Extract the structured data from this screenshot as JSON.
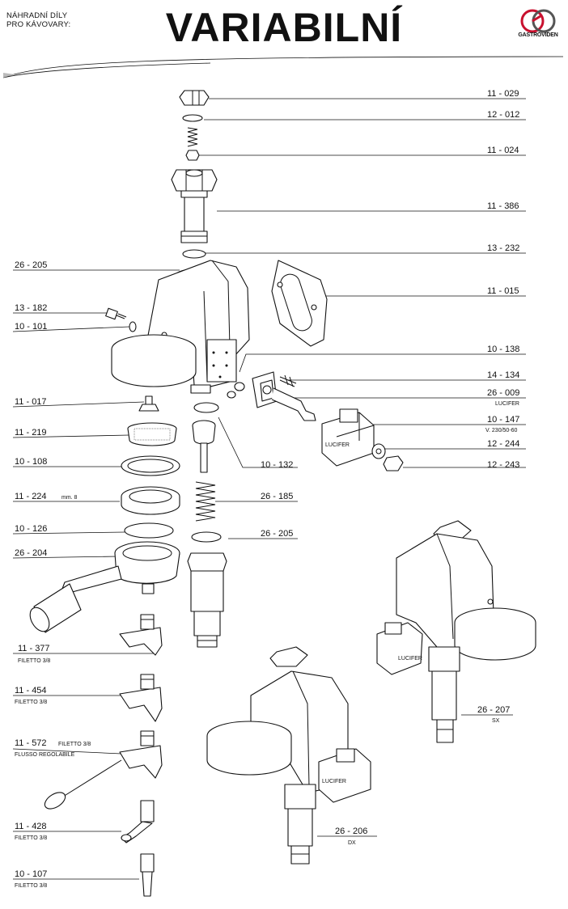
{
  "header": {
    "subtitle_line1": "NÁHRADNÍ DÍLY",
    "subtitle_line2": "PRO KÁVOVARY:",
    "title": "VARIABILNÍ",
    "logo_text": "GASTROVIDEN"
  },
  "parts": [
    {
      "id": "p-11-029",
      "code": "11 - 029"
    },
    {
      "id": "p-12-012",
      "code": "12 - 012"
    },
    {
      "id": "p-11-024",
      "code": "11 - 024"
    },
    {
      "id": "p-11-386",
      "code": "11 - 386"
    },
    {
      "id": "p-13-232",
      "code": "13 - 232"
    },
    {
      "id": "p-26-205a",
      "code": "26 - 205"
    },
    {
      "id": "p-11-015",
      "code": "11 - 015"
    },
    {
      "id": "p-13-182",
      "code": "13 - 182"
    },
    {
      "id": "p-10-101",
      "code": "10 - 101"
    },
    {
      "id": "p-10-138",
      "code": "10 - 138"
    },
    {
      "id": "p-14-134",
      "code": "14 - 134"
    },
    {
      "id": "p-26-009",
      "code": "26 - 009",
      "note": "LUCIFER"
    },
    {
      "id": "p-11-017",
      "code": "11 - 017"
    },
    {
      "id": "p-10-147",
      "code": "10 - 147",
      "note": "V. 230/50-60"
    },
    {
      "id": "p-11-219",
      "code": "11 - 219"
    },
    {
      "id": "p-12-244",
      "code": "12 - 244"
    },
    {
      "id": "p-10-108",
      "code": "10 - 108"
    },
    {
      "id": "p-10-132",
      "code": "10 - 132"
    },
    {
      "id": "p-12-243",
      "code": "12 - 243"
    },
    {
      "id": "p-11-224",
      "code": "11 - 224",
      "note": "mm. 8"
    },
    {
      "id": "p-26-185",
      "code": "26 - 185"
    },
    {
      "id": "p-10-126",
      "code": "10 - 126"
    },
    {
      "id": "p-26-205b",
      "code": "26 - 205"
    },
    {
      "id": "p-26-204",
      "code": "26 - 204"
    },
    {
      "id": "p-11-377",
      "code": "11 - 377",
      "note": "FILETTO 3/8"
    },
    {
      "id": "p-11-454",
      "code": "11 - 454",
      "note": "FILETTO 3/8"
    },
    {
      "id": "p-26-207",
      "code": "26 - 207",
      "note": "SX"
    },
    {
      "id": "p-11-572",
      "code": "11 - 572",
      "note": "FILETTO 3/8",
      "note2": "FLUSSO REGOLABILE"
    },
    {
      "id": "p-26-206",
      "code": "26 - 206",
      "note": "DX"
    },
    {
      "id": "p-11-428",
      "code": "11 - 428",
      "note": "FILETTO 3/8"
    },
    {
      "id": "p-10-107",
      "code": "10 - 107",
      "note": "FILETTO 3/8"
    }
  ],
  "solenoid_label": "LUCIFER"
}
